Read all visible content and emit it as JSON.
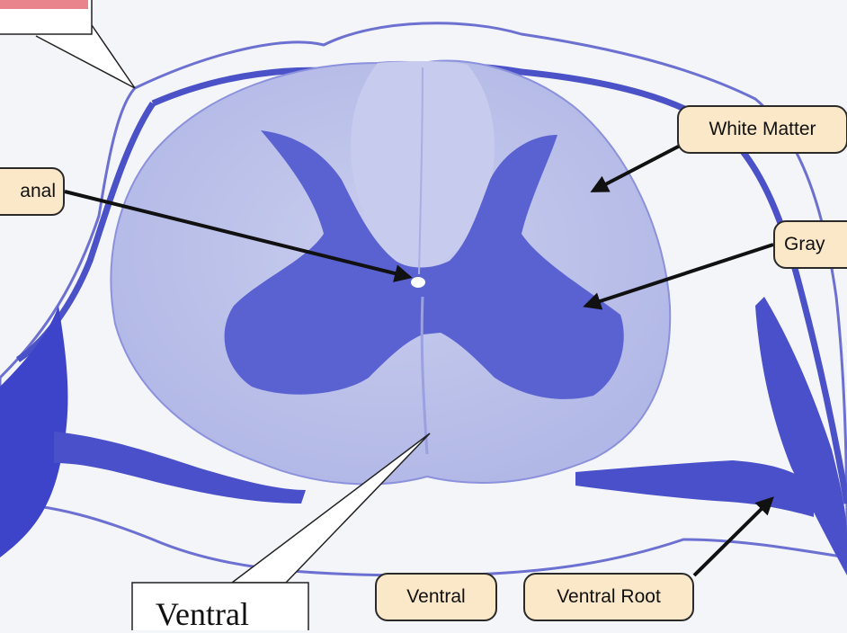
{
  "labels": {
    "white_matter": "White Matter",
    "gray_matter_partial": "Gray",
    "central_canal_partial": "anal",
    "ventral": "Ventral",
    "ventral_root": "Ventral Root"
  },
  "callout": {
    "ventral_text": "Ventral"
  },
  "colors": {
    "background": "#f4f5f9",
    "white_matter": "#b7bde8",
    "gray_matter": "#5a62d2",
    "membrane": "#5b60cc",
    "label_fill": "#fae8c8",
    "top_callout_fill": "#e9848c"
  }
}
